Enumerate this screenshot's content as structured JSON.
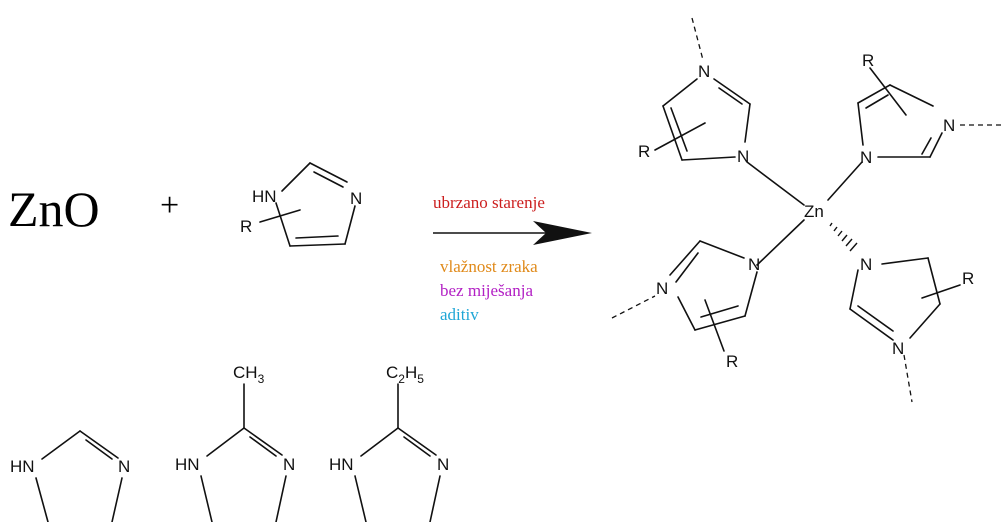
{
  "reactant_oxide": "ZnO",
  "plus_sign": "+",
  "conditions": {
    "above_arrow": "ubrzano starenje",
    "below_arrow": [
      "vlažnost zraka",
      "bez miješanja",
      "aditiv"
    ],
    "colors": {
      "ubrzano_starenje": "#cc1f1f",
      "vlaznost_zraka": "#e08a1a",
      "bez_mijesanja": "#b21fc4",
      "aditiv": "#1fa6d6"
    }
  },
  "atoms": {
    "hn": "HN",
    "n": "N",
    "r": "R",
    "zn": "Zn"
  },
  "substituents": {
    "methyl": {
      "main": "CH",
      "sub": "3"
    },
    "ethyl": {
      "main": "C",
      "sub1": "2",
      "main2": "H",
      "sub2": "5"
    }
  }
}
